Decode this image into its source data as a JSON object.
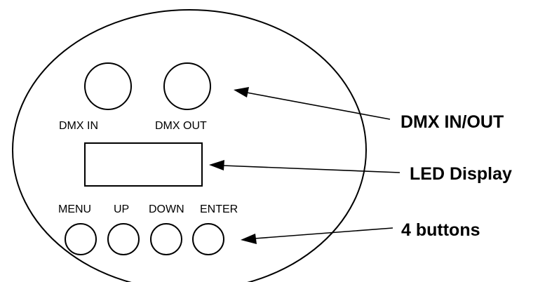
{
  "panel": {
    "connectors": {
      "in_label": "DMX IN",
      "out_label": "DMX OUT"
    },
    "buttons": {
      "menu_label": "MENU",
      "up_label": "UP",
      "down_label": "DOWN",
      "enter_label": "ENTER"
    }
  },
  "callouts": {
    "connectors_label": "DMX IN/OUT",
    "display_label": "LED Display",
    "buttons_label": "4 buttons"
  },
  "colors": {
    "line": "#000000",
    "background": "#ffffff"
  }
}
